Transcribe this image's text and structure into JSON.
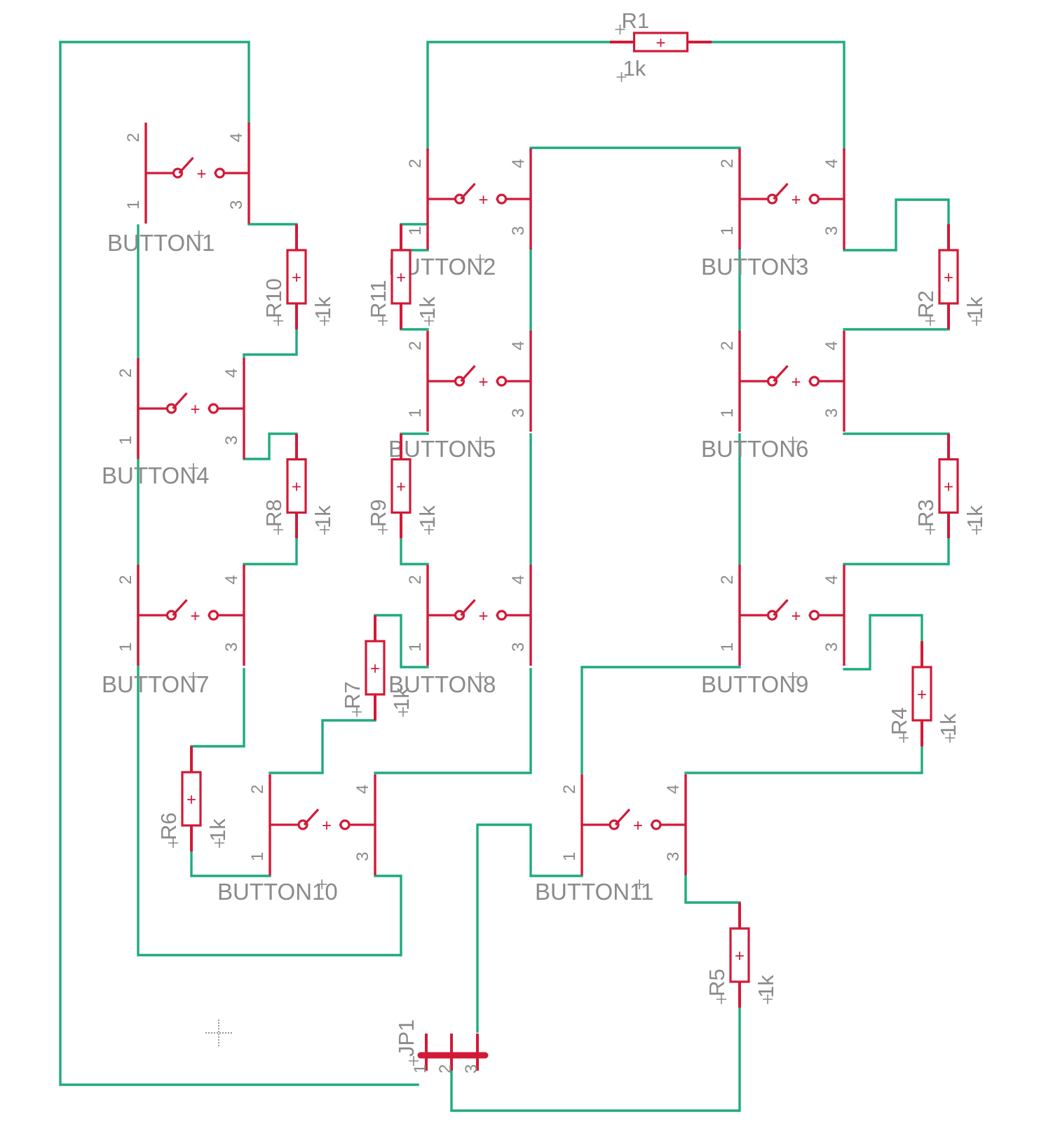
{
  "colors": {
    "wire": "#1faa7f",
    "component": "#d11a37",
    "label": "#8a8a8a",
    "background": "#ffffff"
  },
  "buttons": [
    {
      "name": "BUTTON1",
      "pins": [
        "1",
        "2",
        "3",
        "4"
      ]
    },
    {
      "name": "BUTTON2",
      "pins": [
        "1",
        "2",
        "3",
        "4"
      ]
    },
    {
      "name": "BUTTON3",
      "pins": [
        "1",
        "2",
        "3",
        "4"
      ]
    },
    {
      "name": "BUTTON4",
      "pins": [
        "1",
        "2",
        "3",
        "4"
      ]
    },
    {
      "name": "BUTTON5",
      "pins": [
        "1",
        "2",
        "3",
        "4"
      ]
    },
    {
      "name": "BUTTON6",
      "pins": [
        "1",
        "2",
        "3",
        "4"
      ]
    },
    {
      "name": "BUTTON7",
      "pins": [
        "1",
        "2",
        "3",
        "4"
      ]
    },
    {
      "name": "BUTTON8",
      "pins": [
        "1",
        "2",
        "3",
        "4"
      ]
    },
    {
      "name": "BUTTON9",
      "pins": [
        "1",
        "2",
        "3",
        "4"
      ]
    },
    {
      "name": "BUTTON10",
      "pins": [
        "1",
        "2",
        "3",
        "4"
      ]
    },
    {
      "name": "BUTTON11",
      "pins": [
        "1",
        "2",
        "3",
        "4"
      ]
    }
  ],
  "resistors": [
    {
      "name": "R1",
      "value": "1k"
    },
    {
      "name": "R2",
      "value": "1k"
    },
    {
      "name": "R3",
      "value": "1k"
    },
    {
      "name": "R4",
      "value": "1k"
    },
    {
      "name": "R5",
      "value": "1k"
    },
    {
      "name": "R6",
      "value": "1k"
    },
    {
      "name": "R7",
      "value": "1k"
    },
    {
      "name": "R8",
      "value": "1k"
    },
    {
      "name": "R9",
      "value": "1k"
    },
    {
      "name": "R10",
      "value": "1k"
    },
    {
      "name": "R11",
      "value": "1k"
    }
  ],
  "connector": {
    "name": "JP1",
    "pins": [
      "1",
      "2",
      "3"
    ]
  }
}
